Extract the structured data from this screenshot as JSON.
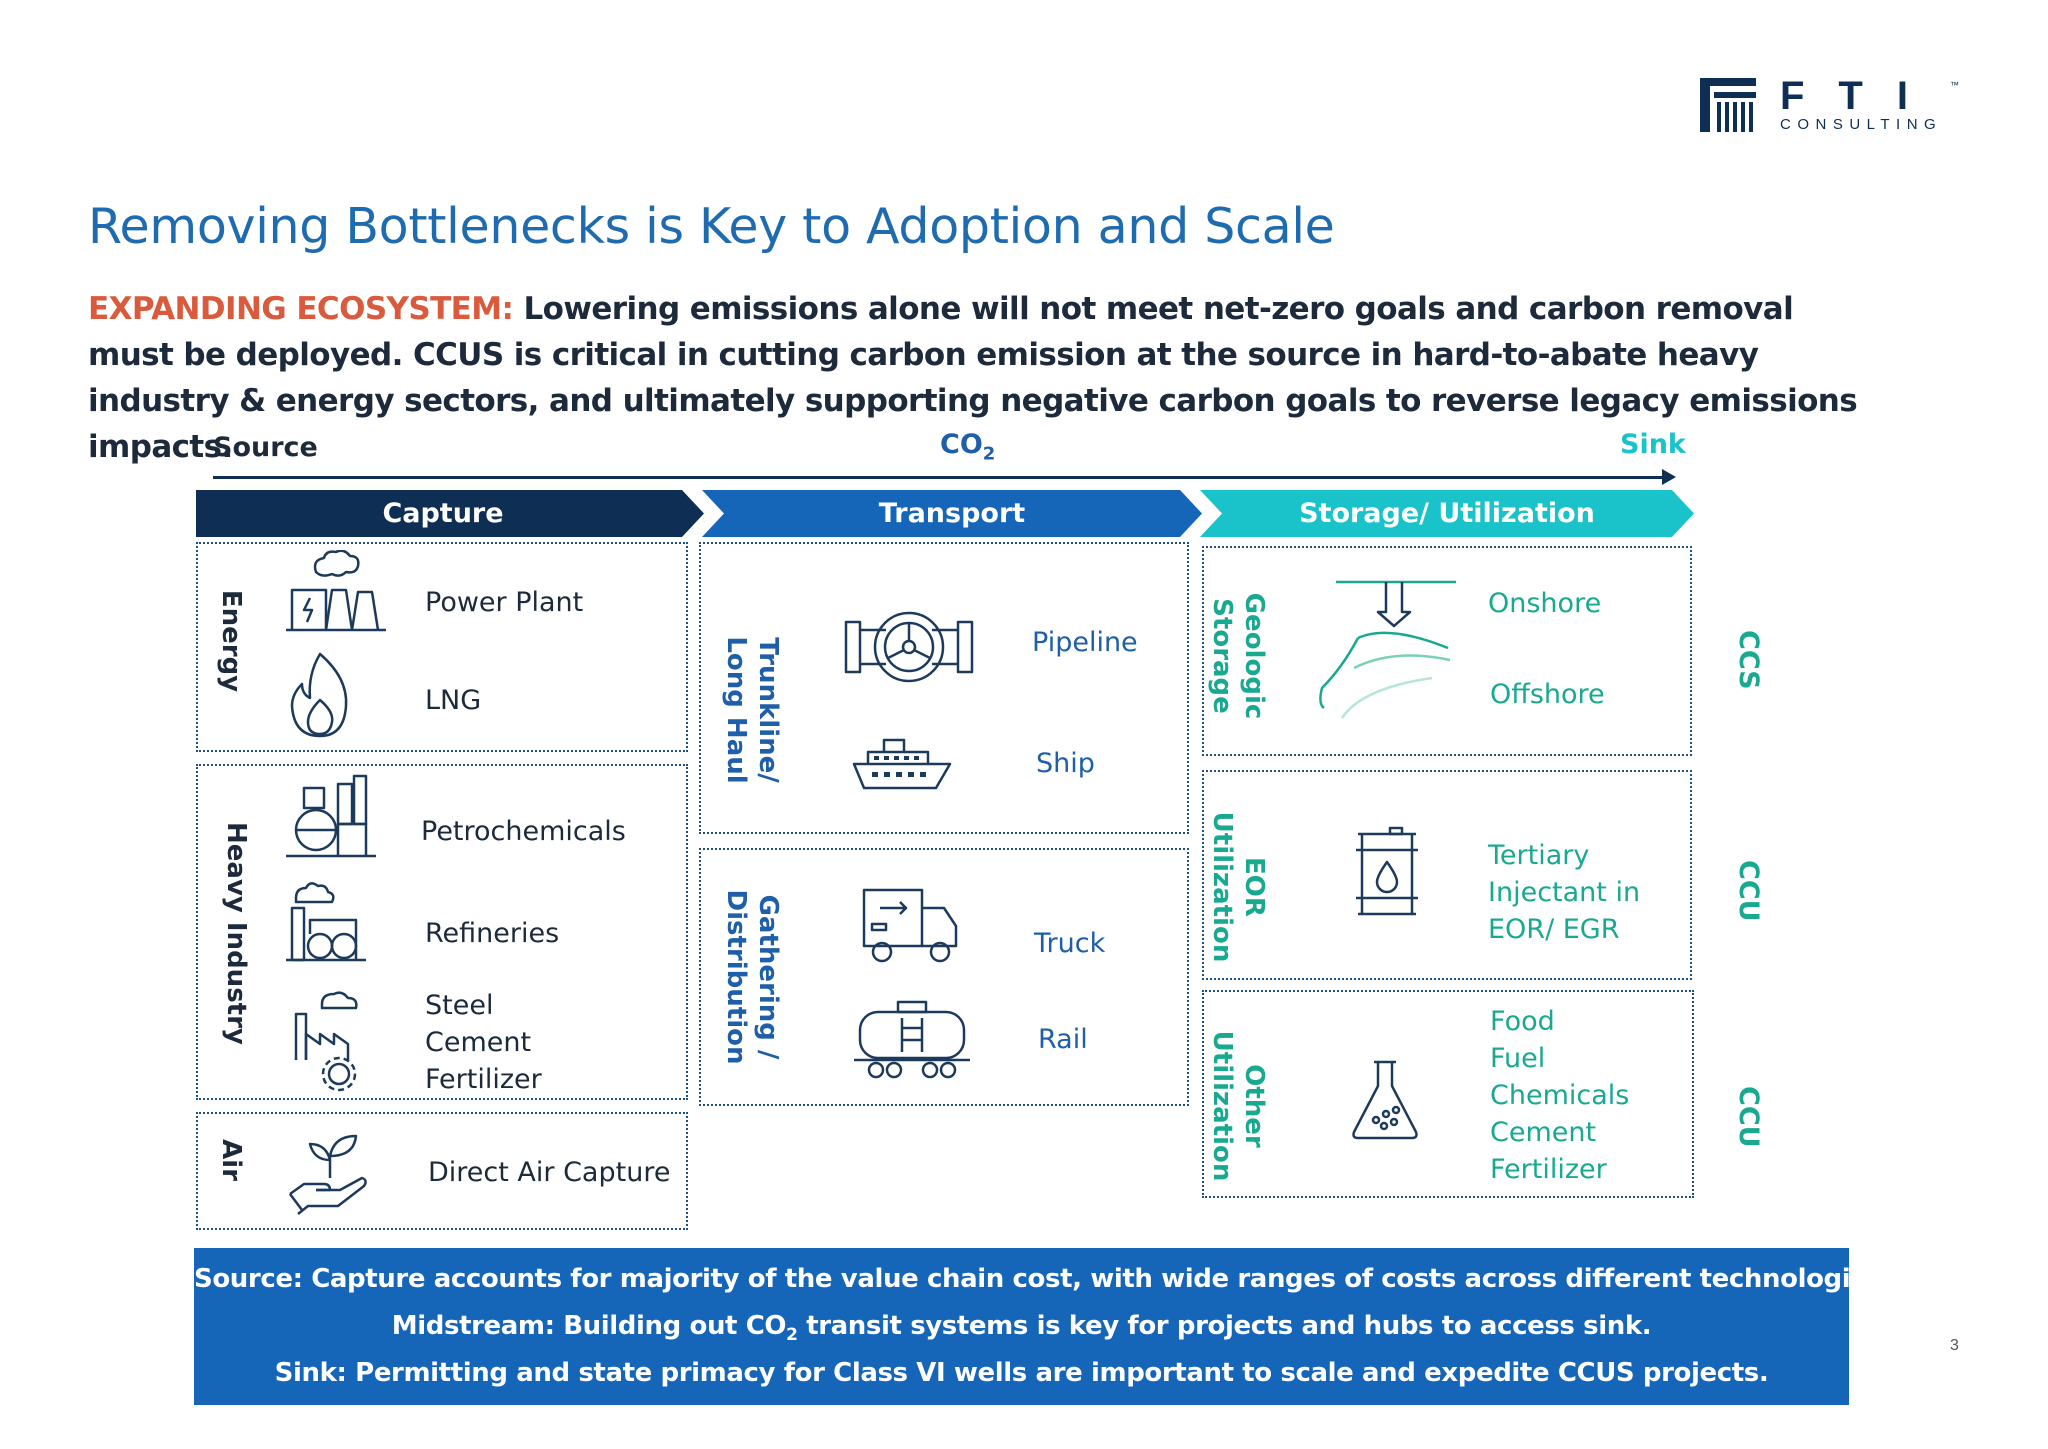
{
  "brand": {
    "word": "FTI",
    "tm": "™",
    "sub": "CONSULTING"
  },
  "title": "Removing Bottlenecks is Key to Adoption and Scale",
  "intro": {
    "keyword": "EXPANDING ECOSYSTEM:",
    "text": " Lowering emissions alone will not meet net-zero goals and carbon removal must be deployed.  CCUS is critical in cutting carbon emission at the source in hard-to-abate heavy industry & energy sectors, and ultimately supporting negative carbon goals to reverse legacy emissions impacts."
  },
  "flow": {
    "source": "Source",
    "co2_main": "CO",
    "co2_sub": "2",
    "sink": "Sink"
  },
  "stages": {
    "capture": "Capture",
    "transport": "Transport",
    "storage": "Storage/ Utilization"
  },
  "capture": {
    "energy": {
      "label": "Energy",
      "items": [
        "Power Plant",
        "LNG"
      ]
    },
    "heavy": {
      "label": "Heavy Industry",
      "items": [
        "Petrochemicals",
        "Refineries",
        "Steel",
        "Cement",
        "Fertilizer"
      ]
    },
    "air": {
      "label": "Air",
      "items": [
        "Direct Air Capture"
      ]
    }
  },
  "transport": {
    "trunk": {
      "label_1": "Trunkline/",
      "label_2": "Long Haul",
      "items": [
        "Pipeline",
        "Ship"
      ]
    },
    "gather": {
      "label_1": "Gathering /",
      "label_2": "Distribution",
      "items": [
        "Truck",
        "Rail"
      ]
    }
  },
  "storage": {
    "geologic": {
      "label_1": "Geologic",
      "label_2": "Storage",
      "items": [
        "Onshore",
        "Offshore"
      ],
      "tag": "CCS"
    },
    "eor": {
      "label_1": "EOR",
      "label_2": "Utilization",
      "items": [
        "Tertiary",
        "Injectant in",
        "EOR/ EGR"
      ],
      "tag": "CCU"
    },
    "other": {
      "label_1": "Other",
      "label_2": "Utilization",
      "items": [
        "Food",
        "Fuel",
        "Chemicals",
        "Cement",
        "Fertilizer"
      ],
      "tag": "CCU"
    }
  },
  "banner": {
    "line1": "Source: Capture accounts for majority of the value chain cost, with wide ranges of costs across different technologies.",
    "line2_a": "Midstream: Building out CO",
    "line2_sub": "2",
    "line2_b": " transit systems is key for projects and hubs to access sink.",
    "line3": "Sink: Permitting and state primacy for Class VI wells are important to scale and expedite CCUS projects."
  },
  "page_number": "3",
  "colors": {
    "navy": "#0f2e53",
    "blue": "#1565b8",
    "teal": "#19c3c9",
    "accent": "#d95a3c",
    "title": "#1f6bb0"
  },
  "icons": [
    "power-plant-icon",
    "flame-icon",
    "petrochemical-icon",
    "refinery-icon",
    "factory-gear-icon",
    "hand-plant-icon",
    "pipeline-valve-icon",
    "ship-icon",
    "truck-icon",
    "rail-tank-icon",
    "geologic-injection-icon",
    "oil-barrel-icon",
    "flask-icon"
  ]
}
